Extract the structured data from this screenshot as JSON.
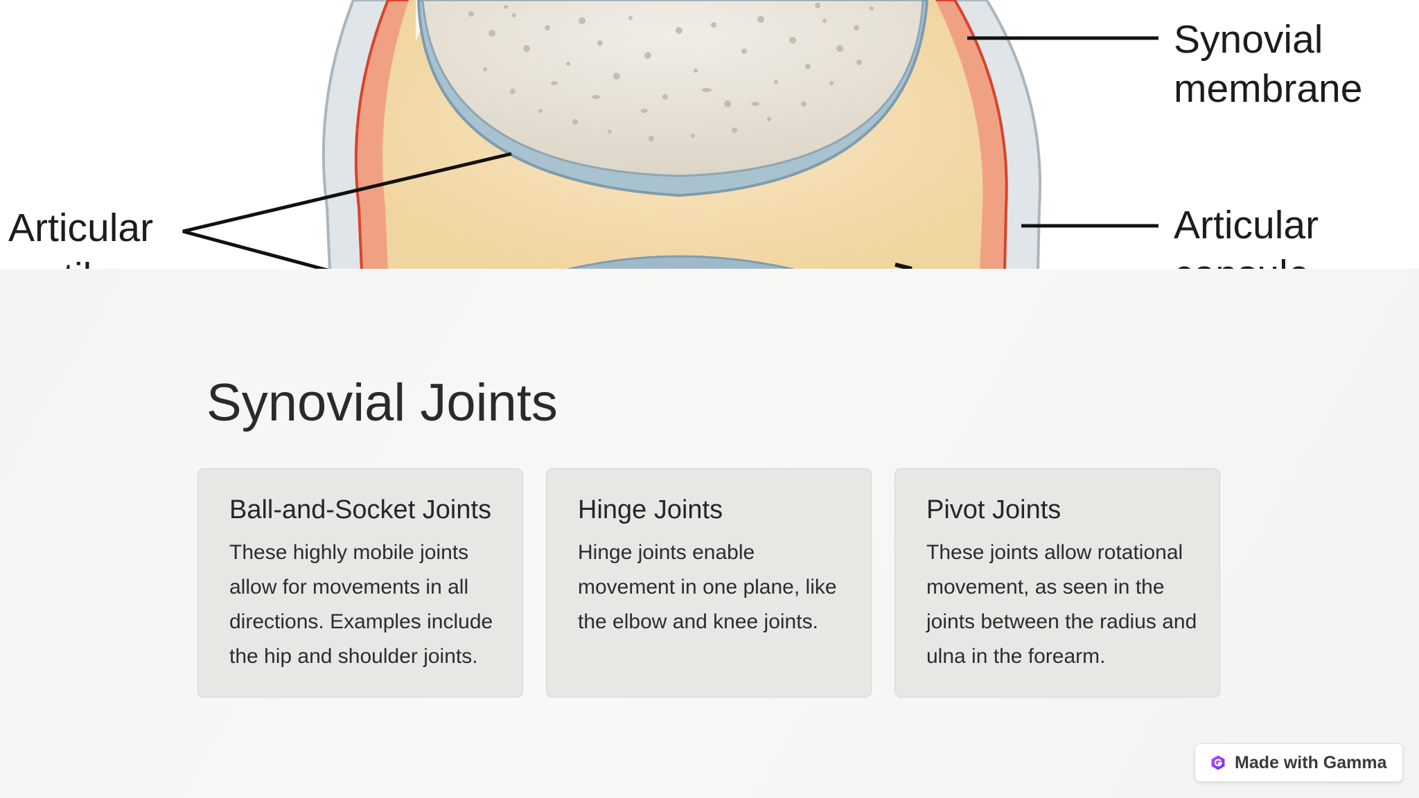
{
  "diagram": {
    "labels": {
      "synovial_membrane_line1": "Synovial",
      "synovial_membrane_line2": "membrane",
      "articular_capsule_line1": "Articular",
      "articular_capsule_line2": "capsule",
      "articular_cartilage_line1": "Articular",
      "articular_cartilage_line2": "cartilage"
    },
    "colors": {
      "bone": "#e9e4d9",
      "cartilage": "#9fb9c8",
      "cavity_fluid": "#f3dcae",
      "membrane": "#e8553b",
      "capsule": "#cfd7dc"
    }
  },
  "main": {
    "title": "Synovial Joints",
    "cards": [
      {
        "title": "Ball-and-Socket Joints",
        "body": "These highly mobile joints allow for movements in all directions. Examples include the hip and shoulder joints."
      },
      {
        "title": "Hinge Joints",
        "body": "Hinge joints enable movement in one plane, like the elbow and knee joints."
      },
      {
        "title": "Pivot Joints",
        "body": "These joints allow rotational movement, as seen in the joints between the radius and ulna in the forearm."
      }
    ]
  },
  "badge": {
    "label": "Made with Gamma",
    "icon": "gamma-logo-icon",
    "accent": "#8a3ffc"
  }
}
